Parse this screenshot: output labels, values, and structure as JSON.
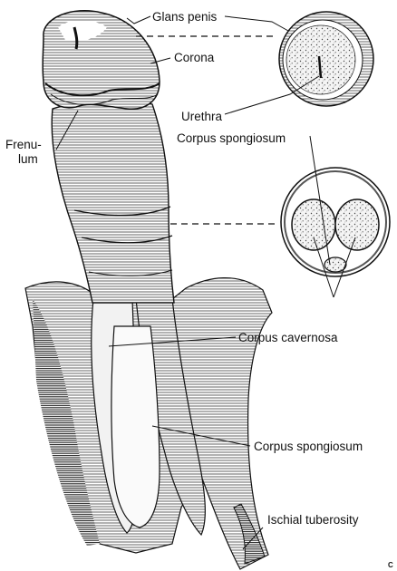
{
  "labels": {
    "glans_penis": "Glans penis",
    "corona": "Corona",
    "frenulum_line1": "Frenu-",
    "frenulum_line2": "lum",
    "urethra": "Urethra",
    "corpus_spongiosum_upper": "Corpus spongiosum",
    "corpus_cavernosa": "Corpus cavernosa",
    "corpus_spongiosum_lower": "Corpus spongiosum",
    "ischial_tuberosity": "Ischial tuberosity"
  },
  "corner_mark": "C",
  "colors": {
    "ink": "#111111",
    "shade": "#8a8a8a",
    "light": "#d9d9d9",
    "paper": "#ffffff"
  }
}
